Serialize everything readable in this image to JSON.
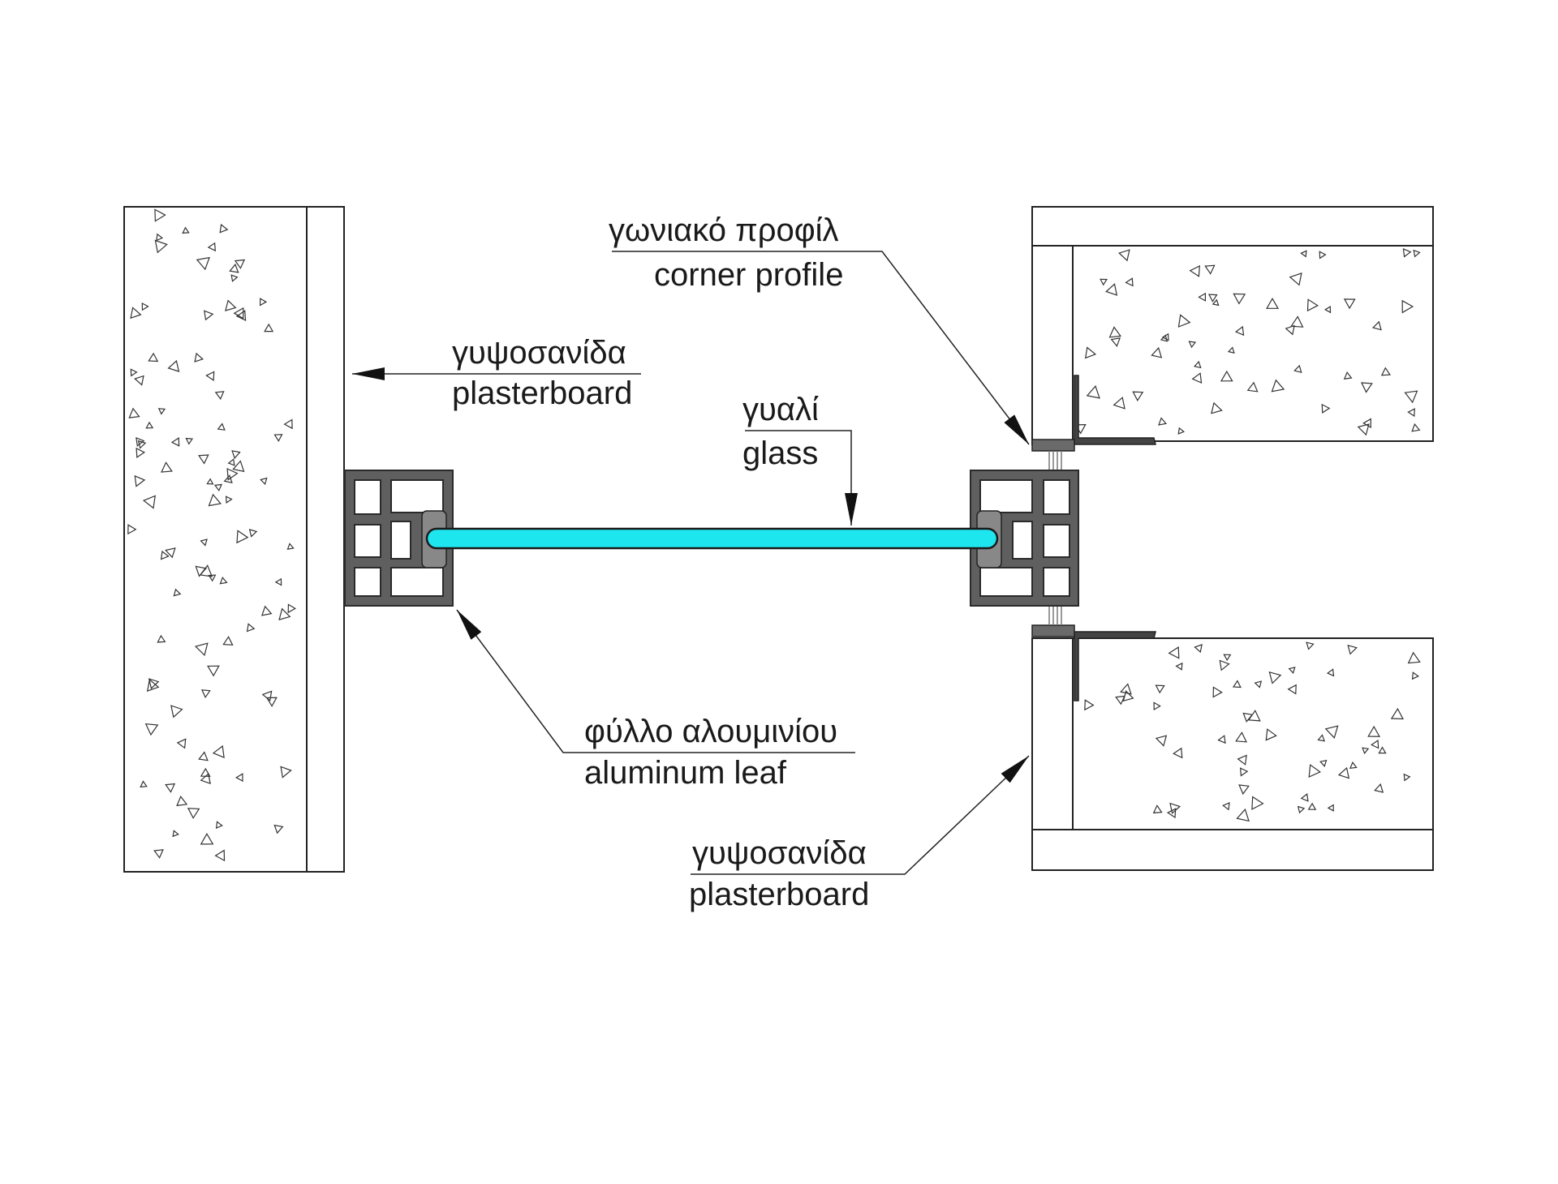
{
  "labels": {
    "plasterboard_left": {
      "greek": "γυψοσανίδα",
      "english": "plasterboard"
    },
    "glass": {
      "greek": "γυαλί",
      "english": "glass"
    },
    "corner_profile": {
      "greek": "γωνιακό προφίλ",
      "english": "corner profile"
    },
    "aluminum_leaf": {
      "greek": "φύλλο αλουμινίου",
      "english": "aluminum leaf"
    },
    "plasterboard_right": {
      "greek": "γυψοσανίδα",
      "english": "plasterboard"
    }
  },
  "colors": {
    "glass": "#1ee6ef",
    "profile": "#5f5f5f",
    "line": "#222222",
    "concrete_fill": "#ffffff"
  }
}
